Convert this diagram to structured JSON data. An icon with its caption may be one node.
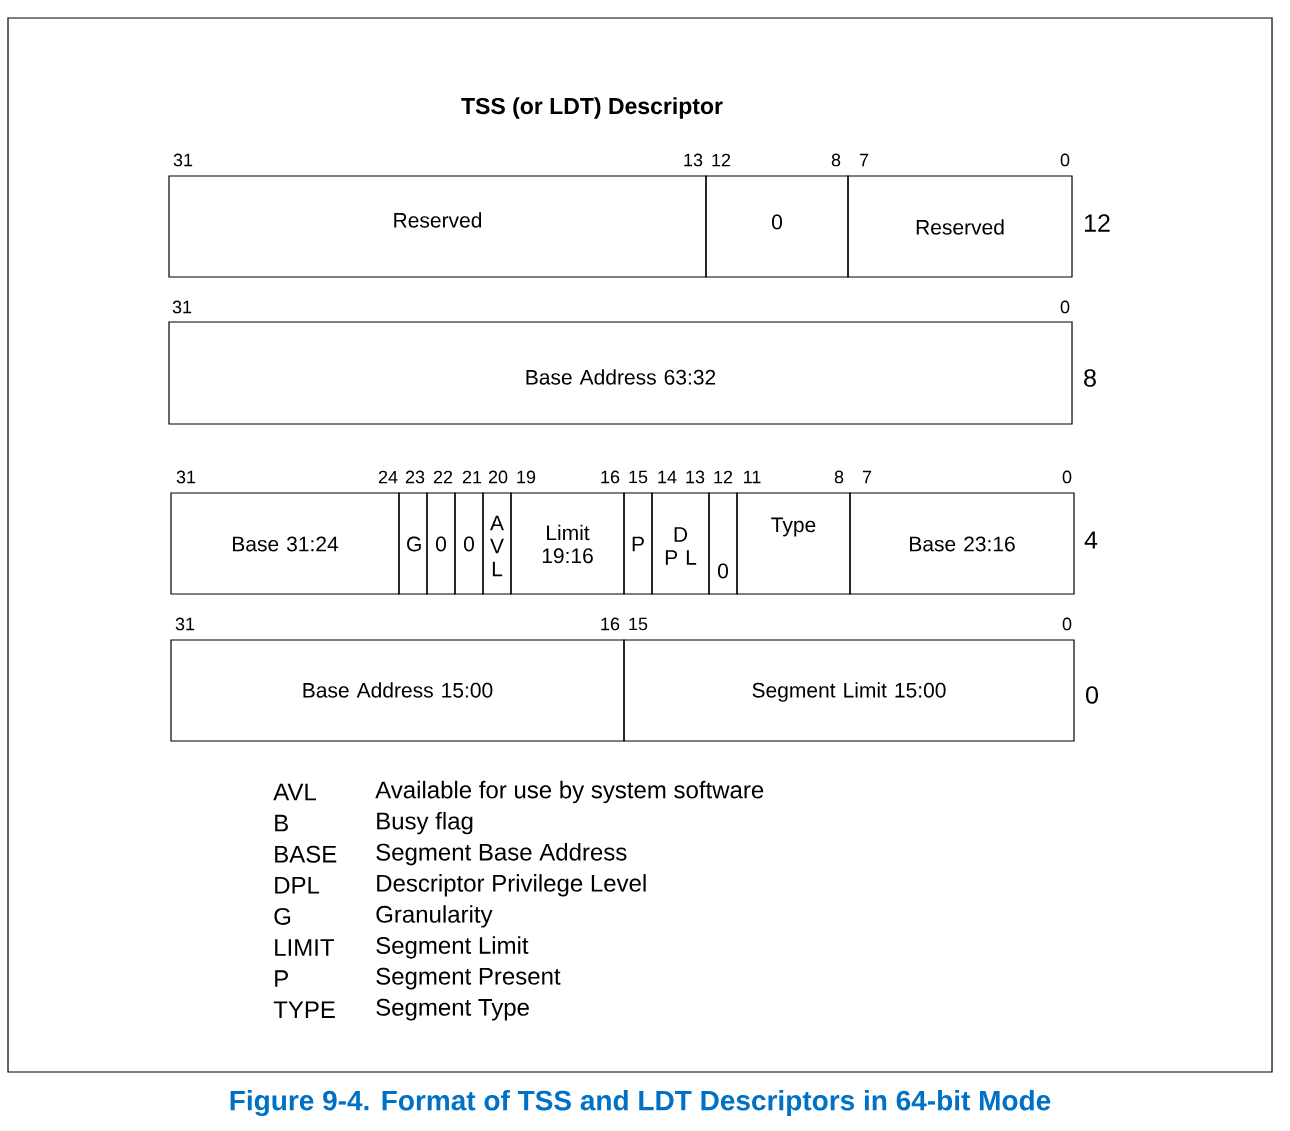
{
  "diagram": {
    "title": "TSS (or LDT) Descriptor",
    "caption": "Figure 9-4.  Format of TSS and LDT Descriptors in 64-bit Mode",
    "nodes": [
      {
        "text": [
          "Reserved"
        ]
      },
      {
        "text": [
          "0"
        ]
      },
      {
        "text": [
          "Reserved"
        ]
      },
      {
        "text": [
          "Base Address 63:32"
        ]
      },
      {
        "text": [
          "Base 31:24"
        ]
      },
      {
        "text": [
          "G"
        ]
      },
      {
        "text": [
          "0"
        ]
      },
      {
        "text": [
          "0"
        ]
      },
      {
        "text": [
          "A V L"
        ]
      },
      {
        "text": [
          "Limit 19:16"
        ]
      },
      {
        "text": [
          "P"
        ]
      },
      {
        "text": [
          "D P L"
        ]
      },
      {
        "text": [
          "0"
        ]
      },
      {
        "text": [
          "Type"
        ]
      },
      {
        "text": [
          "Base 23:16"
        ]
      },
      {
        "text": [
          "Base Address 15:00"
        ]
      },
      {
        "text": [
          "Segment Limit 15:00"
        ]
      }
    ],
    "labels": [
      "31",
      "13",
      "12",
      "8",
      "7",
      "0",
      "12",
      "31",
      "0",
      "8",
      "31",
      "24",
      "23",
      "22",
      "21",
      "20",
      "19",
      "16",
      "15",
      "14",
      "13",
      "12",
      "11",
      "8",
      "7",
      "0",
      "4",
      "31",
      "16",
      "15",
      "0",
      "0",
      "AVL",
      "Available for use by system software",
      "B",
      "Busy flag",
      "BASE",
      "Segment Base Address",
      "DPL",
      "Descriptor Privilege Level",
      "G",
      "Granularity",
      "LIMIT",
      "Segment Limit",
      "P",
      "Segment Present",
      "TYPE",
      "Segment Type"
    ]
  }
}
